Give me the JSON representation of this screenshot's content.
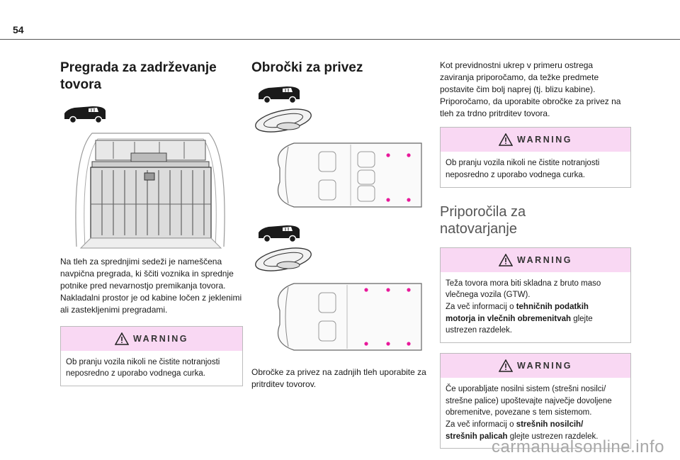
{
  "page": {
    "number": "54"
  },
  "col1": {
    "title": "Pregrada za zadrževanje tovora",
    "body_lines": [
      "Na tleh za sprednjimi sedeži je nameščena",
      "navpična pregrada, ki ščiti voznika in sprednje",
      "potnike pred nevarnostjo premikanja tovora.",
      "Nakladalni prostor je od kabine ločen z jeklenimi",
      "ali zastekljenimi pregradami."
    ],
    "warning": {
      "title": "WARNING",
      "lines": [
        "Ob pranju vozila nikoli ne čistite notranjosti",
        "neposredno z uporabo vodnega curka."
      ]
    }
  },
  "col2": {
    "title": "Obročki za privez",
    "body_lines": [
      "Obročke za privez na zadnjih tleh uporabite za",
      "pritrditev tovorov."
    ]
  },
  "col3": {
    "intro_lines": [
      "Kot previdnostni ukrep v primeru ostrega",
      "zaviranja priporočamo, da težke predmete",
      "postavite čim bolj naprej (tj. blizu kabine).",
      "Priporočamo, da uporabite obročke za privez na",
      "tleh za trdno pritrditev tovora."
    ],
    "warning1": {
      "title": "WARNING",
      "lines": [
        "Ob pranju vozila nikoli ne čistite notranjosti",
        "neposredno z uporabo vodnega curka."
      ]
    },
    "section_title_line1": "Priporočila za",
    "section_title_line2": "natovarjanje",
    "warning2": {
      "title": "WARNING",
      "line1": "Teža tovora mora biti skladna z bruto maso",
      "line2": "vlečnega vozila (GTW).",
      "line3_prefix": "Za več informacij o ",
      "line3_bold": "tehničnih podatkih",
      "line4_bold": "motorja in vlečnih obremenitvah",
      "line4_suffix": " glejte",
      "line5": "ustrezen razdelek."
    },
    "warning3": {
      "title": "WARNING",
      "line1": "Če uporabljate nosilni sistem (strešni nosilci/",
      "line2": "strešne palice) upoštevajte največje dovoljene",
      "line3": "obremenitve, povezane s tem sistemom.",
      "line4_prefix": "Za več informacij o ",
      "line4_bold": "strešnih nosilcih/",
      "line5_bold": "strešnih palicah",
      "line5_suffix": " glejte ustrezen razdelek."
    }
  },
  "footer": {
    "watermark": "carmanualsonline.info"
  },
  "colors": {
    "warning_header": "#f9d8f3",
    "ring_marker": "#e8199b",
    "rule": "#555555"
  },
  "icons": [
    "van-silhouette-icon",
    "warning-triangle-icon",
    "tie-down-ring-icon"
  ]
}
